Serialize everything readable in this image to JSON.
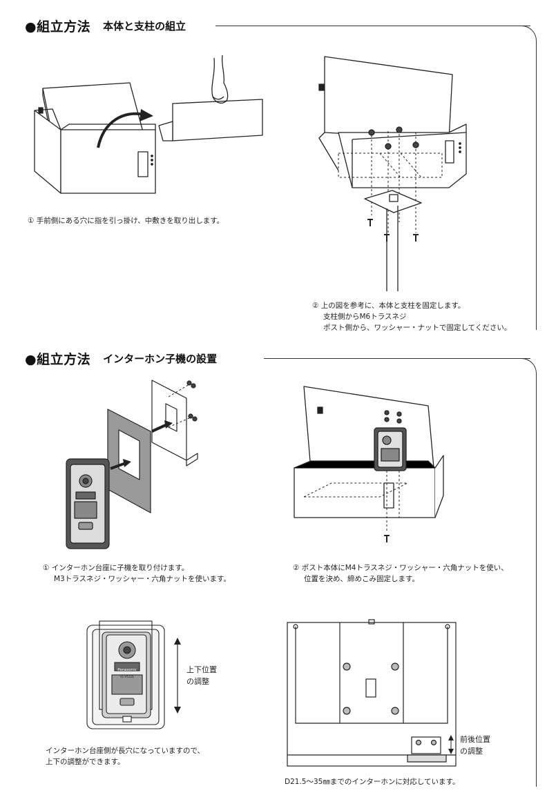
{
  "section1": {
    "lead": "●組立方法",
    "subtitle": "本体と支柱の組立",
    "step1": "① 手前側にある穴に指を引っ掛け、中敷きを取り出します。",
    "step2": {
      "line1": "② 上の図を参考に、本体と支柱を固定します。",
      "line2": "支柱側からM6トラスネジ",
      "line3": "ポスト側から、ワッシャー・ナットで固定してください。"
    }
  },
  "section2": {
    "lead": "●組立方法",
    "subtitle": "インターホン子機の設置",
    "step1": {
      "line1": "① インターホン台座に子機を取り付けます。",
      "line2": "M3トラスネジ・ワッシャー・六角ナットを使います。"
    },
    "step2": {
      "line1": "② ポスト本体にM4トラスネジ・ワッシャー・六角ナットを使い、",
      "line2": "位置を決め、締めこみ固定します。"
    },
    "vertical_adjust": {
      "line1": "上下位置",
      "line2": "の調整"
    },
    "front_back_adjust": {
      "line1": "前後位置",
      "line2": "の調整"
    },
    "note_bottom_left": {
      "line1": "インターホン台座側が長穴になっていますので、",
      "line2": "上下の調整ができます。"
    },
    "note_bottom_right": "D21.5〜35㎜までのインターホンに対応しています。",
    "brand": "Panasonic",
    "model": "VL-V522L"
  },
  "colors": {
    "ink": "#222222",
    "dark_fill": "#555555",
    "mid_fill": "#9a9a9a",
    "light_fill": "#e6e6e6"
  }
}
